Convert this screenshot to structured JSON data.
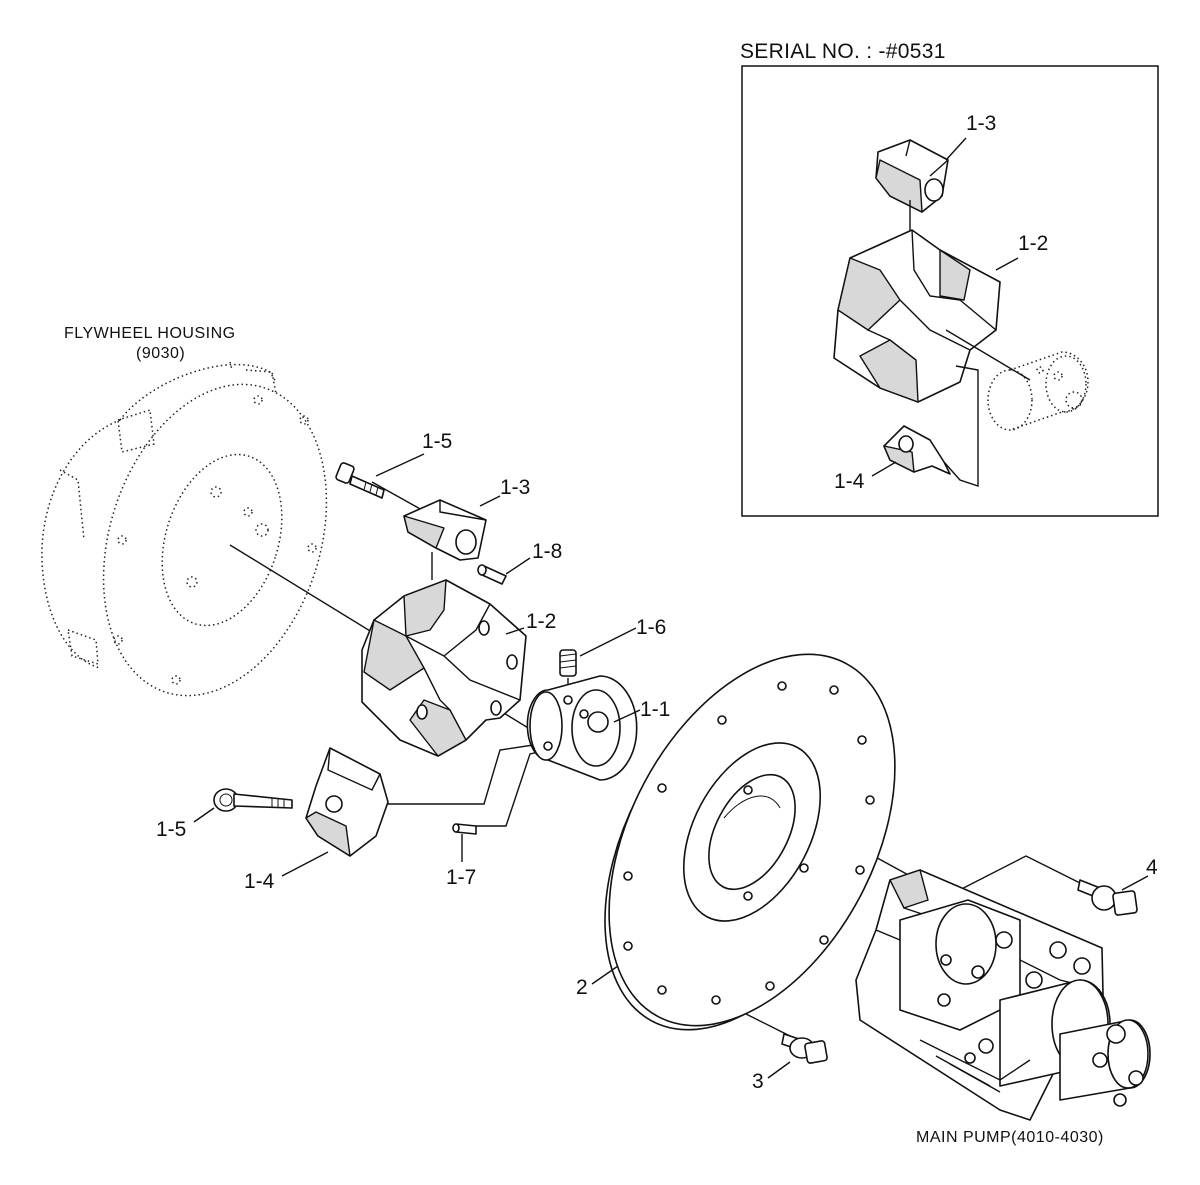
{
  "serial_box": {
    "title": "SERIAL NO. : -#0531"
  },
  "captions": {
    "flywheel_title": "FLYWHEEL HOUSING",
    "flywheel_code": "(9030)",
    "main_pump": "MAIN PUMP(4010-4030)"
  },
  "callouts": {
    "inset_1_3": "1-3",
    "inset_1_2": "1-2",
    "inset_1_4": "1-4",
    "c_1_5_top": "1-5",
    "c_1_3": "1-3",
    "c_1_8": "1-8",
    "c_1_2": "1-2",
    "c_1_6": "1-6",
    "c_1_1": "1-1",
    "c_1_5_bottom": "1-5",
    "c_1_4": "1-4",
    "c_1_7": "1-7",
    "c_2": "2",
    "c_3": "3",
    "c_4": "4"
  }
}
